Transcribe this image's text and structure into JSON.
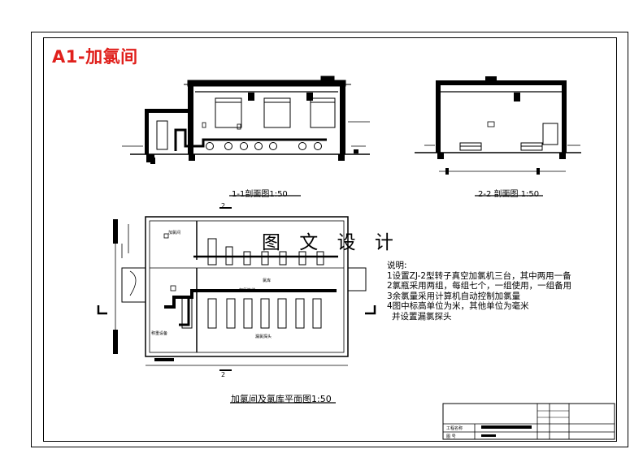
{
  "page_title": "A1-加氯间",
  "watermark": "图 文 设 计",
  "views": {
    "section_1_1": "1-1剖面图1:50",
    "section_2_2": "2-2 剖面图 1:50",
    "plan": "加氯间及氯库平面图1:50"
  },
  "section_markers": {
    "top": "2",
    "bottom": "2"
  },
  "notes": {
    "heading": "说明:",
    "items": [
      "1设置ZJ-2型转子真空加氯机三台，其中两用一备",
      "2氯瓶采用两组，每组七个，一组使用，一组备用",
      "3余氯量采用计算机自动控制加氯量",
      "4图中标高单位为米，其他单位为毫米",
      "并设置漏氯探头"
    ]
  },
  "room_labels": {
    "warehouse": "氯库",
    "dosing_room": "加氯间",
    "probe": "漏氯探头",
    "scale": "称重设备",
    "pipe": "加氯管线"
  },
  "title_block": {
    "project": "工程名称",
    "drawing_no": "图 号"
  },
  "colors": {
    "title": "#e0201c",
    "line": "#000000",
    "paper": "#ffffff"
  }
}
